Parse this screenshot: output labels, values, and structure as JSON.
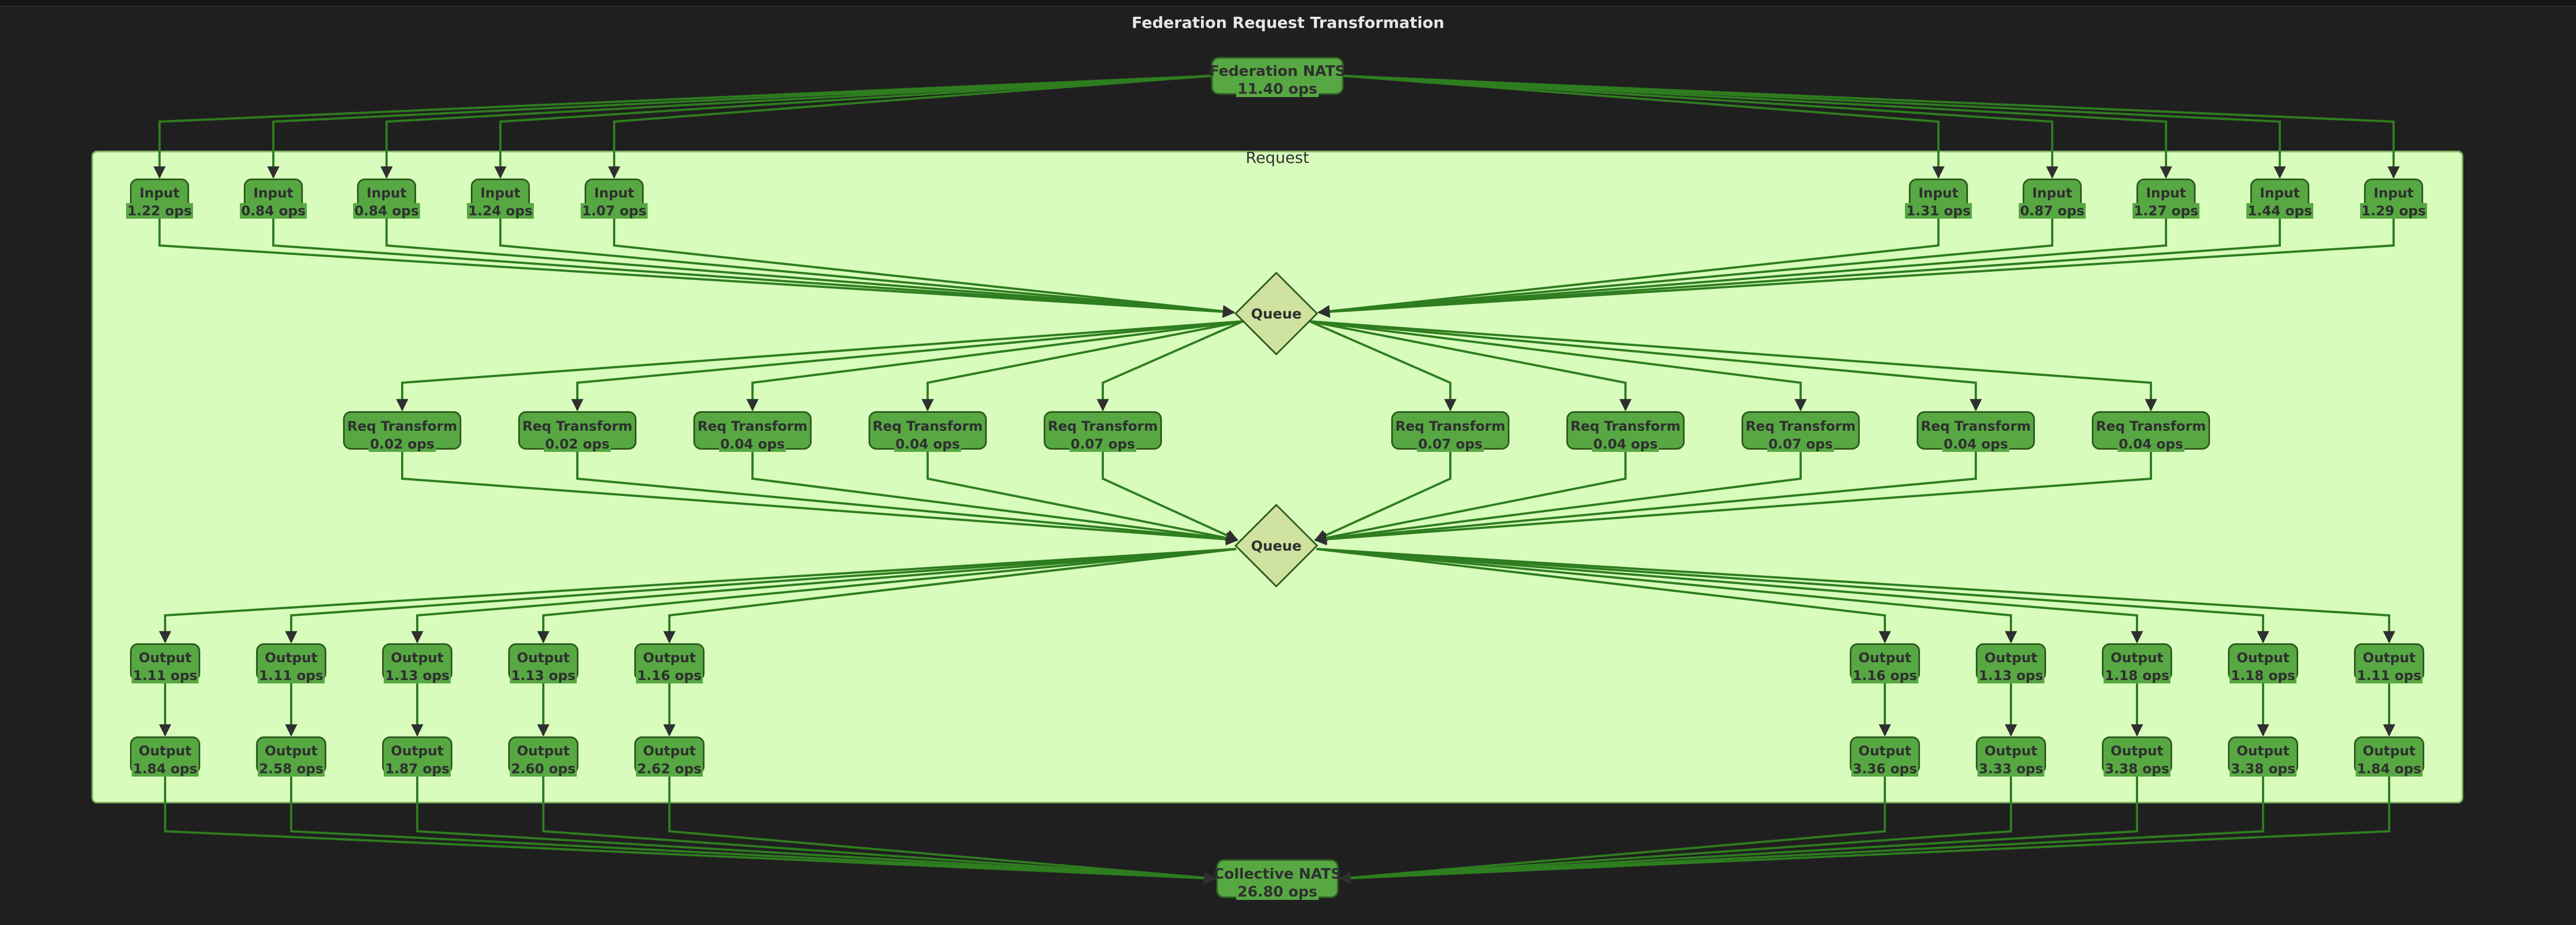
{
  "title": "Federation Request Transformation",
  "colors": {
    "background": "#201f20",
    "group_fill": "#d8fcbc",
    "group_border": "#82b366",
    "node_fill": "#57a843",
    "node_border": "#2d5c1f",
    "queue_fill": "#d0e29f",
    "edge": "#2e7d1f",
    "arrow": "#2f2f2f"
  },
  "source": {
    "label": "Federation NATS",
    "value": "11.40 ops"
  },
  "sink": {
    "label": "Collective NATS",
    "value": "26.80 ops"
  },
  "group": {
    "label": "Request"
  },
  "queues": [
    {
      "label": "Queue"
    },
    {
      "label": "Queue"
    }
  ],
  "inputs": [
    {
      "label": "Input",
      "value": "1.22 ops"
    },
    {
      "label": "Input",
      "value": "0.84 ops"
    },
    {
      "label": "Input",
      "value": "0.84 ops"
    },
    {
      "label": "Input",
      "value": "1.24 ops"
    },
    {
      "label": "Input",
      "value": "1.07 ops"
    },
    {
      "label": "Input",
      "value": "1.31 ops"
    },
    {
      "label": "Input",
      "value": "0.87 ops"
    },
    {
      "label": "Input",
      "value": "1.27 ops"
    },
    {
      "label": "Input",
      "value": "1.44 ops"
    },
    {
      "label": "Input",
      "value": "1.29 ops"
    }
  ],
  "transforms": [
    {
      "label": "Req Transform",
      "value": "0.02 ops"
    },
    {
      "label": "Req Transform",
      "value": "0.02 ops"
    },
    {
      "label": "Req Transform",
      "value": "0.04 ops"
    },
    {
      "label": "Req Transform",
      "value": "0.04 ops"
    },
    {
      "label": "Req Transform",
      "value": "0.07 ops"
    },
    {
      "label": "Req Transform",
      "value": "0.07 ops"
    },
    {
      "label": "Req Transform",
      "value": "0.04 ops"
    },
    {
      "label": "Req Transform",
      "value": "0.07 ops"
    },
    {
      "label": "Req Transform",
      "value": "0.04 ops"
    },
    {
      "label": "Req Transform",
      "value": "0.04 ops"
    }
  ],
  "outputs_a": [
    {
      "label": "Output",
      "value": "1.11 ops"
    },
    {
      "label": "Output",
      "value": "1.11 ops"
    },
    {
      "label": "Output",
      "value": "1.13 ops"
    },
    {
      "label": "Output",
      "value": "1.13 ops"
    },
    {
      "label": "Output",
      "value": "1.16 ops"
    },
    {
      "label": "Output",
      "value": "1.16 ops"
    },
    {
      "label": "Output",
      "value": "1.13 ops"
    },
    {
      "label": "Output",
      "value": "1.18 ops"
    },
    {
      "label": "Output",
      "value": "1.18 ops"
    },
    {
      "label": "Output",
      "value": "1.11 ops"
    }
  ],
  "outputs_b": [
    {
      "label": "Output",
      "value": "1.84 ops"
    },
    {
      "label": "Output",
      "value": "2.58 ops"
    },
    {
      "label": "Output",
      "value": "1.87 ops"
    },
    {
      "label": "Output",
      "value": "2.60 ops"
    },
    {
      "label": "Output",
      "value": "2.62 ops"
    },
    {
      "label": "Output",
      "value": "3.36 ops"
    },
    {
      "label": "Output",
      "value": "3.33 ops"
    },
    {
      "label": "Output",
      "value": "3.38 ops"
    },
    {
      "label": "Output",
      "value": "3.38 ops"
    },
    {
      "label": "Output",
      "value": "1.84 ops"
    }
  ]
}
